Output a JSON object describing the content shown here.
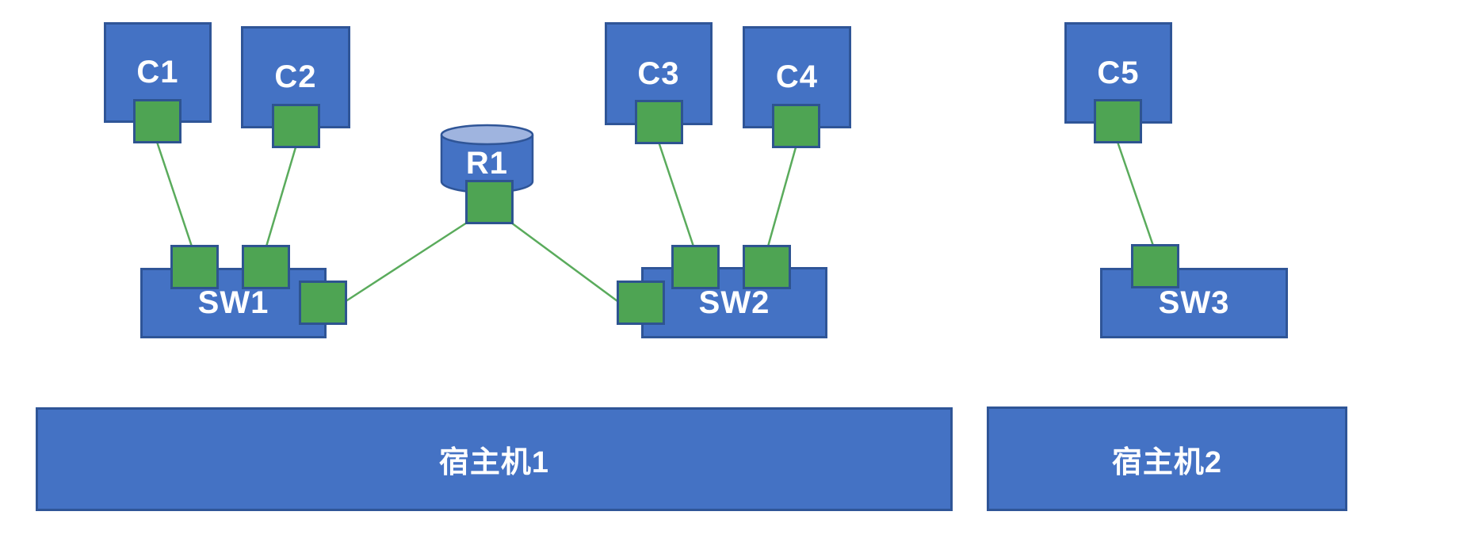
{
  "diagram": {
    "nodes": {
      "c1": {
        "label": "C1",
        "type": "client"
      },
      "c2": {
        "label": "C2",
        "type": "client"
      },
      "c3": {
        "label": "C3",
        "type": "client"
      },
      "c4": {
        "label": "C4",
        "type": "client"
      },
      "c5": {
        "label": "C5",
        "type": "client"
      },
      "r1": {
        "label": "R1",
        "type": "router-cylinder"
      },
      "sw1": {
        "label": "SW1",
        "type": "switch"
      },
      "sw2": {
        "label": "SW2",
        "type": "switch"
      },
      "sw3": {
        "label": "SW3",
        "type": "switch"
      },
      "host1": {
        "label": "宿主机1",
        "type": "host-machine"
      },
      "host2": {
        "label": "宿主机2",
        "type": "host-machine"
      }
    },
    "connections": [
      {
        "from": "C1",
        "to": "SW1"
      },
      {
        "from": "C2",
        "to": "SW1"
      },
      {
        "from": "SW1",
        "to": "R1"
      },
      {
        "from": "R1",
        "to": "SW2"
      },
      {
        "from": "C3",
        "to": "SW2"
      },
      {
        "from": "C4",
        "to": "SW2"
      },
      {
        "from": "C5",
        "to": "SW3"
      }
    ],
    "colors": {
      "node_fill": "#4472C4",
      "node_border": "#2F5597",
      "port_fill": "#4EA453",
      "port_border": "#2E5490",
      "link_line": "#5AAB5C",
      "cylinder_top": "#9FB4DF",
      "label_text": "#FFFFFF"
    }
  }
}
